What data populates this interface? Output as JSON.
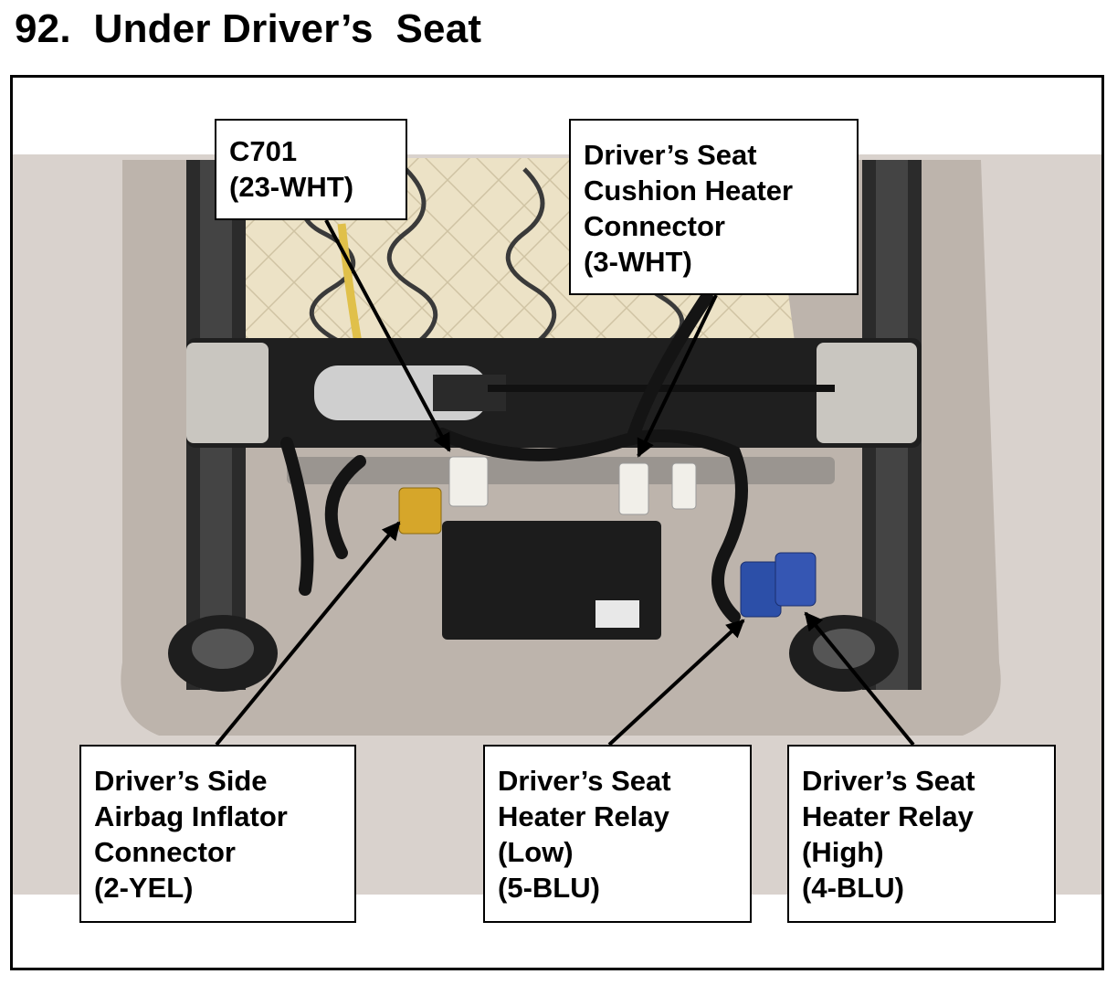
{
  "page": {
    "title": "92.  Under Driver’s  Seat"
  },
  "callouts": {
    "c701": {
      "lines": [
        "C701",
        "(23-WHT)"
      ]
    },
    "cushion_heater_connector": {
      "lines": [
        "Driver’s Seat",
        "Cushion Heater",
        "Connector",
        "(3-WHT)"
      ]
    },
    "side_airbag_inflator_connector": {
      "lines": [
        "Driver’s Side",
        "Airbag Inflator",
        "Connector",
        "(2-YEL)"
      ]
    },
    "heater_relay_low": {
      "lines": [
        "Driver’s Seat",
        "Heater Relay",
        "(Low)",
        "(5-BLU)"
      ]
    },
    "heater_relay_high": {
      "lines": [
        "Driver’s Seat",
        "Heater Relay",
        "(High)",
        "(4-BLU)"
      ]
    }
  },
  "colors": {
    "backdrop": "#d9d2cd",
    "seat_foam": "#ece2c6",
    "frame_metal": "#2b2b2b",
    "connector_white": "#f1efe9",
    "connector_yellow": "#d6a62a",
    "connector_blue": "#2c4fa8",
    "module_black": "#1c1c1c"
  }
}
